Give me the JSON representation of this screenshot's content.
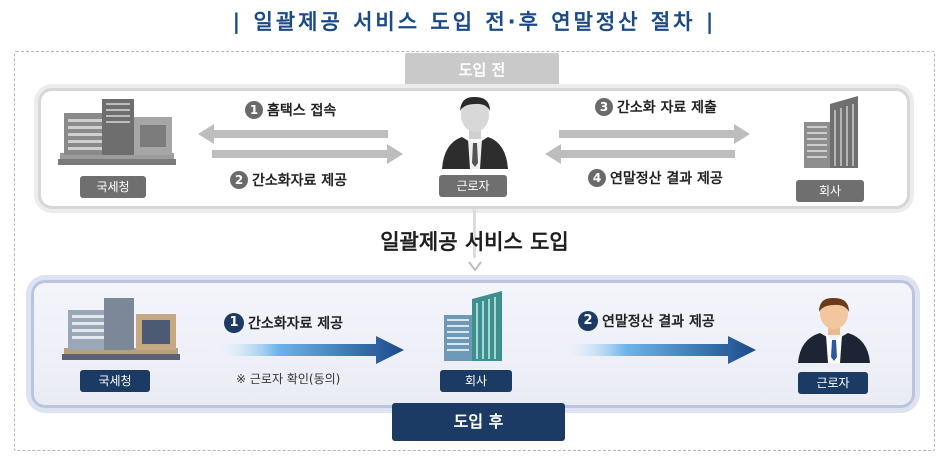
{
  "title": "| 일괄제공 서비스 도입 전·후 연말정산 절차 |",
  "before": {
    "tab_label": "도입 전",
    "nts_label": "국세청",
    "worker_label": "근로자",
    "company_label": "회사",
    "steps": [
      {
        "num": "1",
        "text": "홈택스 접속"
      },
      {
        "num": "2",
        "text": "간소화자료 제공"
      },
      {
        "num": "3",
        "text": "간소화 자료 제출"
      },
      {
        "num": "4",
        "text": "연말정산 결과 제공"
      }
    ]
  },
  "intro_label": "일괄제공 서비스 도입",
  "after": {
    "tab_label": "도입 후",
    "nts_label": "국세청",
    "company_label": "회사",
    "worker_label": "근로자",
    "steps": [
      {
        "num": "1",
        "text": "간소화자료 제공"
      },
      {
        "num": "2",
        "text": "연말정산 결과 제공"
      }
    ],
    "note": "※ 근로자 확인(동의)"
  },
  "colors": {
    "title": "#1b4a86",
    "navy": "#1c3b64",
    "arrow_gray": "#b9b9b9",
    "arrow_blue_start": "#5aa9e6",
    "arrow_blue_end": "#1b4a8a"
  }
}
